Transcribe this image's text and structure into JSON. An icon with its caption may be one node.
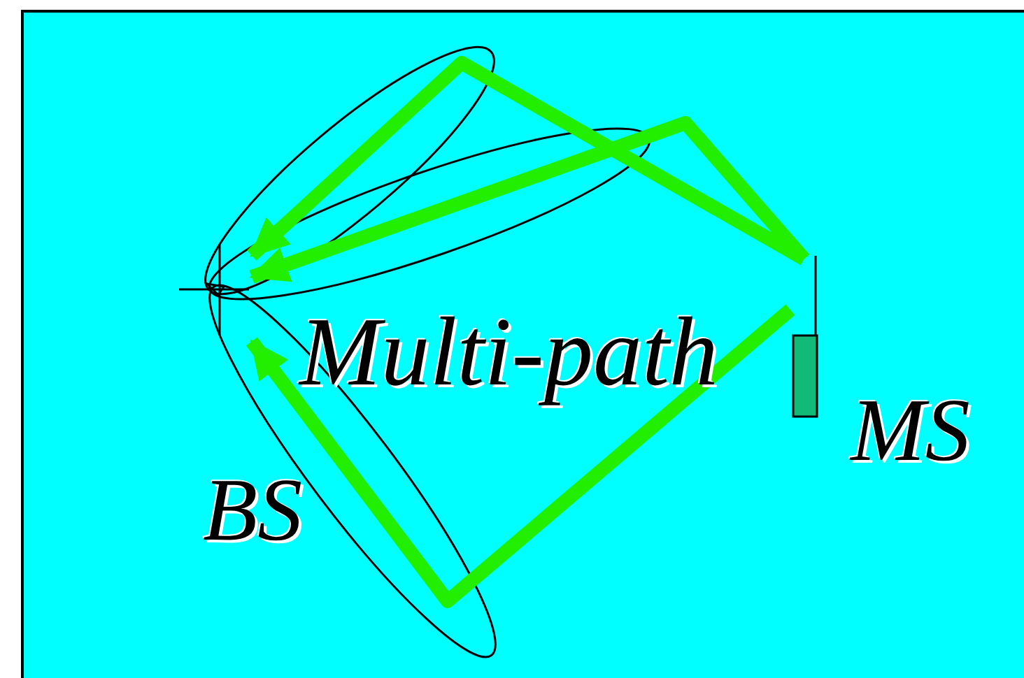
{
  "diagram": {
    "nodes": [
      {
        "text": [],
        "shape": "picture",
        "beside": [
          "BS"
        ]
      },
      {
        "text": [],
        "shape": "bar",
        "beside": [
          "MS"
        ]
      }
    ],
    "edges": [
      {
        "from": 1,
        "to": 0,
        "arrow": "to"
      },
      {
        "from": 1,
        "to": 0,
        "arrow": "to"
      },
      {
        "from": 1,
        "to": 0,
        "arrow": "to"
      }
    ],
    "labels": [
      "Multi-path"
    ]
  }
}
